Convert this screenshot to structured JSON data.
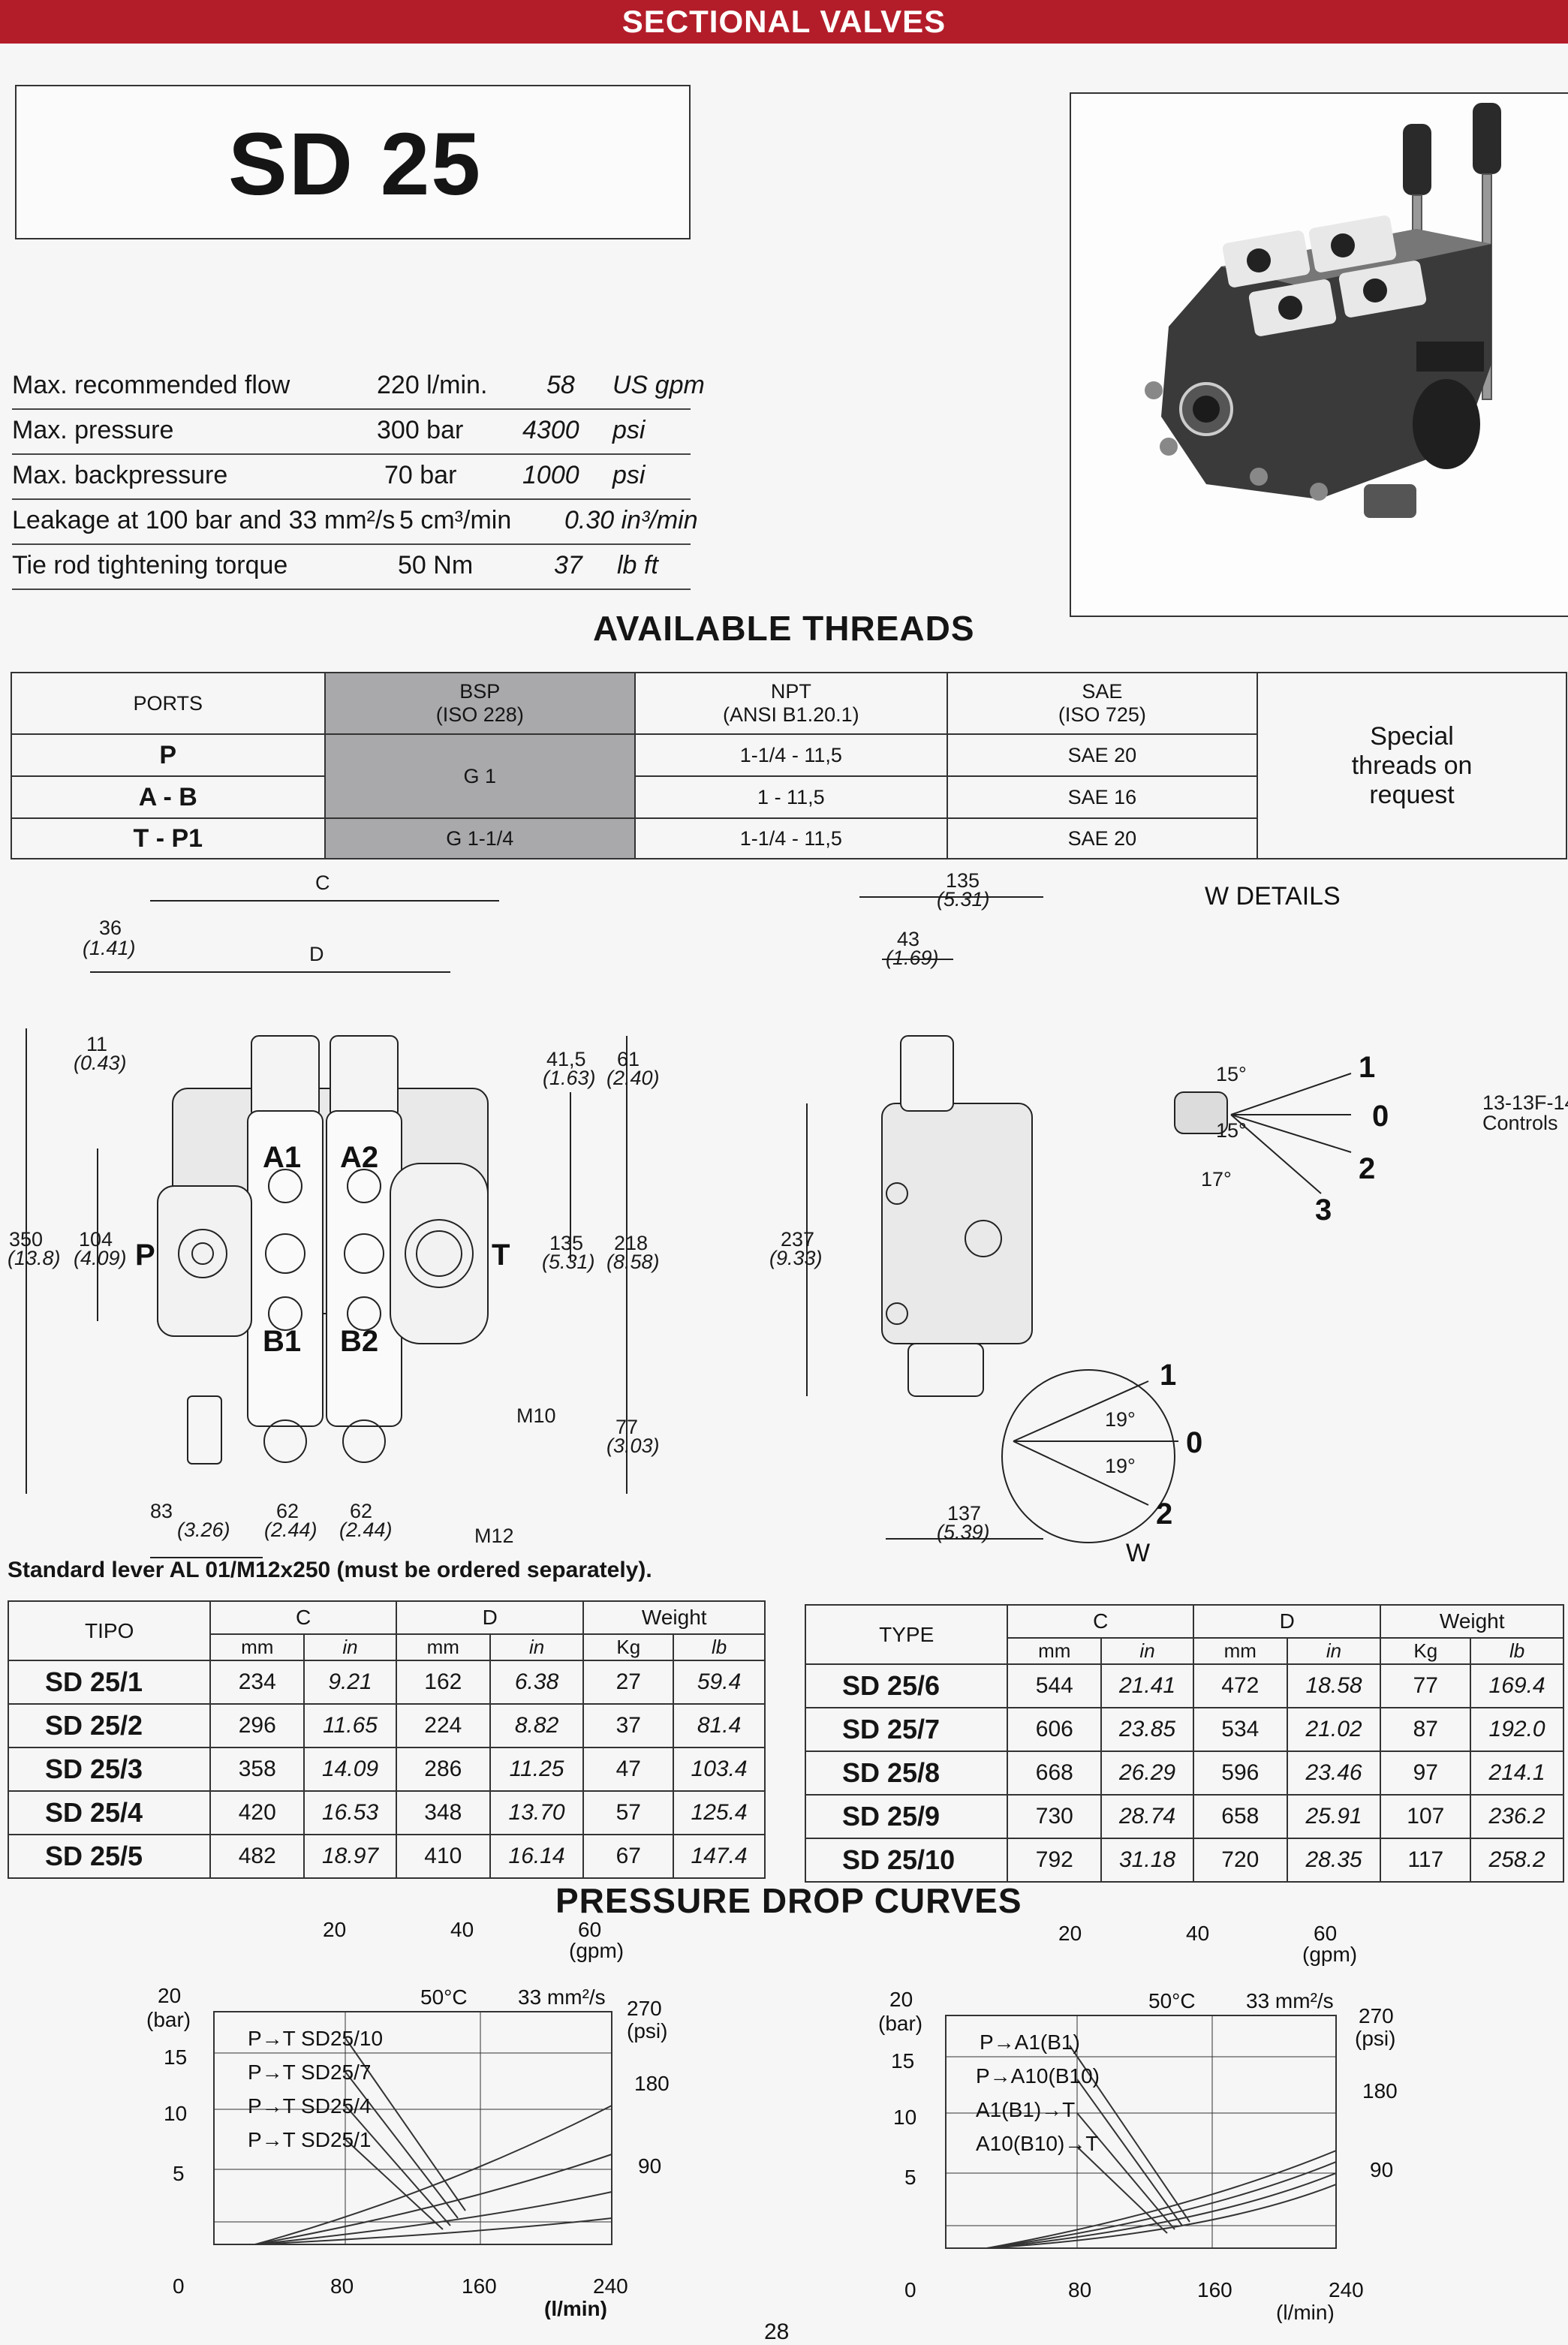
{
  "header": {
    "banner": "SECTIONAL VALVES",
    "title": "SD 25"
  },
  "specs": [
    {
      "label": "Max. recommended flow",
      "v1": "220 l/min.",
      "v2": "58",
      "u2": "US gpm"
    },
    {
      "label": "Max. pressure",
      "v1": "300 bar",
      "v2": "4300",
      "u2": "psi"
    },
    {
      "label": "Max. backpressure",
      "v1": "70 bar",
      "v2": "1000",
      "u2": "psi"
    },
    {
      "label": "Leakage at 100 bar and 33 mm²/s",
      "v1": "5 cm³/min",
      "v2": "0.30 in³/min",
      "u2": ""
    },
    {
      "label": "Tie rod tightening torque",
      "v1": "50 Nm",
      "v2": "37",
      "u2": "lb ft"
    }
  ],
  "threads": {
    "title": "AVAILABLE THREADS",
    "ports_label": "PORTS",
    "bsp_h1": "BSP",
    "bsp_h2": "(ISO 228)",
    "npt_h1": "NPT",
    "npt_h2": "(ANSI B1.20.1)",
    "sae_h1": "SAE",
    "sae_h2": "(ISO 725)",
    "special": "Special threads on request",
    "rows": [
      {
        "port": "P",
        "npt": "1-1/4 - 11,5",
        "sae": "SAE 20"
      },
      {
        "port": "A - B",
        "npt": "1 - 11,5",
        "sae": "SAE 16"
      },
      {
        "port": "T - P1",
        "npt": "1-1/4 - 11,5",
        "sae": "SAE 20"
      }
    ],
    "bsp_g1": "G 1",
    "bsp_g114": "G 1-1/4"
  },
  "drawing": {
    "c": "C",
    "d": "D",
    "d36": "36",
    "d36i": "(1.41)",
    "d11": "11",
    "d11i": "(0.43)",
    "d350": "350",
    "d350i": "(13.8)",
    "d104": "104",
    "d104i": "(4.09)",
    "d415": "41,5",
    "d415i": "(1.63)",
    "d61": "61",
    "d61i": "(2.40)",
    "d135": "135",
    "d135i": "(5.31)",
    "d218": "218",
    "d218i": "(8.58)",
    "d77": "77",
    "d77i": "(3.03)",
    "d83": "83",
    "d83i": "(3.26)",
    "d62a": "62",
    "d62ai": "(2.44)",
    "d62b": "62",
    "d62bi": "(2.44)",
    "m10": "M10",
    "m12": "M12",
    "pA1": "A1",
    "pA2": "A2",
    "pB1": "B1",
    "pB2": "B2",
    "pP": "P",
    "pT": "T",
    "s135": "135",
    "s135i": "(5.31)",
    "s43": "43",
    "s43i": "(1.69)",
    "s237": "237",
    "s237i": "(9.33)",
    "s137": "137",
    "s137i": "(5.39)",
    "a19a": "19°",
    "a19b": "19°",
    "w1": "1",
    "w0": "0",
    "w2": "2",
    "wW": "W",
    "wdetails": "W DETAILS",
    "a15a": "15°",
    "a15b": "15°",
    "a17": "17°",
    "wd1": "1",
    "wd0": "0",
    "wd2": "2",
    "wd3": "3",
    "controls1": "13-13F-14",
    "controls2": "Controls",
    "lever_note": "Standard lever AL 01/M12x250 (must be ordered separately)."
  },
  "types_left": {
    "h_type": "TIPO",
    "h_c": "C",
    "h_d": "D",
    "h_w": "Weight",
    "u": [
      "mm",
      "in",
      "mm",
      "in",
      "Kg",
      "lb"
    ],
    "rows": [
      [
        "SD 25/1",
        "234",
        "9.21",
        "162",
        "6.38",
        "27",
        "59.4"
      ],
      [
        "SD 25/2",
        "296",
        "11.65",
        "224",
        "8.82",
        "37",
        "81.4"
      ],
      [
        "SD 25/3",
        "358",
        "14.09",
        "286",
        "11.25",
        "47",
        "103.4"
      ],
      [
        "SD 25/4",
        "420",
        "16.53",
        "348",
        "13.70",
        "57",
        "125.4"
      ],
      [
        "SD 25/5",
        "482",
        "18.97",
        "410",
        "16.14",
        "67",
        "147.4"
      ]
    ]
  },
  "types_right": {
    "h_type": "TYPE",
    "h_c": "C",
    "h_d": "D",
    "h_w": "Weight",
    "u": [
      "mm",
      "in",
      "mm",
      "in",
      "Kg",
      "lb"
    ],
    "rows": [
      [
        "SD 25/6",
        "544",
        "21.41",
        "472",
        "18.58",
        "77",
        "169.4"
      ],
      [
        "SD 25/7",
        "606",
        "23.85",
        "534",
        "21.02",
        "87",
        "192.0"
      ],
      [
        "SD 25/8",
        "668",
        "26.29",
        "596",
        "23.46",
        "97",
        "214.1"
      ],
      [
        "SD 25/9",
        "730",
        "28.74",
        "658",
        "25.91",
        "107",
        "236.2"
      ],
      [
        "SD 25/10",
        "792",
        "31.18",
        "720",
        "28.35",
        "117",
        "258.2"
      ]
    ]
  },
  "curves": {
    "title": "PRESSURE DROP CURVES",
    "temp": "50°C",
    "visc": "33 mm²/s",
    "gpm": "(gpm)",
    "bar": "(bar)",
    "psi": "(psi)",
    "lmin": "(l/min)",
    "gpm_ticks": [
      "20",
      "40",
      "60"
    ],
    "bar_ticks": [
      "20",
      "15",
      "10",
      "5",
      "0"
    ],
    "psi_ticks": [
      "270",
      "180",
      "90"
    ],
    "x_ticks": [
      "80",
      "160",
      "240"
    ],
    "left_legend": [
      "P→T  SD25/10",
      "P→T  SD25/7",
      "P→T  SD25/4",
      "P→T  SD25/1"
    ],
    "right_legend": [
      "P→A1(B1)",
      "P→A10(B10)",
      "A1(B1)→T",
      "A10(B10)→T"
    ]
  },
  "page": {
    "number": "28"
  }
}
